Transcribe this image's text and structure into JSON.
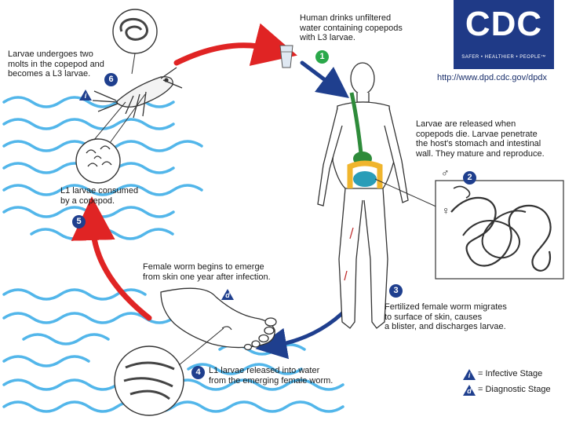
{
  "logo": {
    "word": "CDC",
    "tagline": "SAFER • HEALTHIER • PEOPLE™",
    "url": "http://www.dpd.cdc.gov/dpdx"
  },
  "steps": [
    {
      "number": "1",
      "lines": [
        "Human drinks unfiltered",
        "water containing copepods",
        "with L3 larvae."
      ]
    },
    {
      "number": "2",
      "lines": [
        "Larvae are released when",
        "copepods die.  Larvae penetrate",
        "the host's stomach and intestinal",
        "wall.  They mature and reproduce."
      ]
    },
    {
      "number": "3",
      "lines": [
        "Fertilized female worm migrates",
        "to surface of skin, causes",
        "a blister, and discharges larvae."
      ]
    },
    {
      "number": "4",
      "lines": [
        "L1 larvae released into water",
        "from the emerging female worm."
      ]
    },
    {
      "number": "5",
      "lines": [
        "L1 larvae consumed",
        "by a copepod."
      ]
    },
    {
      "number": "6",
      "lines": [
        "Larvae undergoes two",
        "molts in the copepod and",
        "becomes a L3 larvae."
      ]
    }
  ],
  "emerge": {
    "lines": [
      "Female worm begins to emerge",
      "from skin one year after infection."
    ]
  },
  "stage_marks": {
    "infective": "i",
    "diagnostic": "d"
  },
  "sex_symbols": {
    "male": "♂",
    "female": "♀"
  },
  "legend": {
    "infective": "= Infective Stage",
    "diagnostic": "= Diagnostic Stage"
  },
  "colors": {
    "arrow_red": "#e02424",
    "arrow_navy": "#1f3f8e",
    "badge_green": "#2aa84a",
    "badge_navy": "#1f3f8e",
    "water": "#52b6ea",
    "logo": "#1f3a87"
  }
}
